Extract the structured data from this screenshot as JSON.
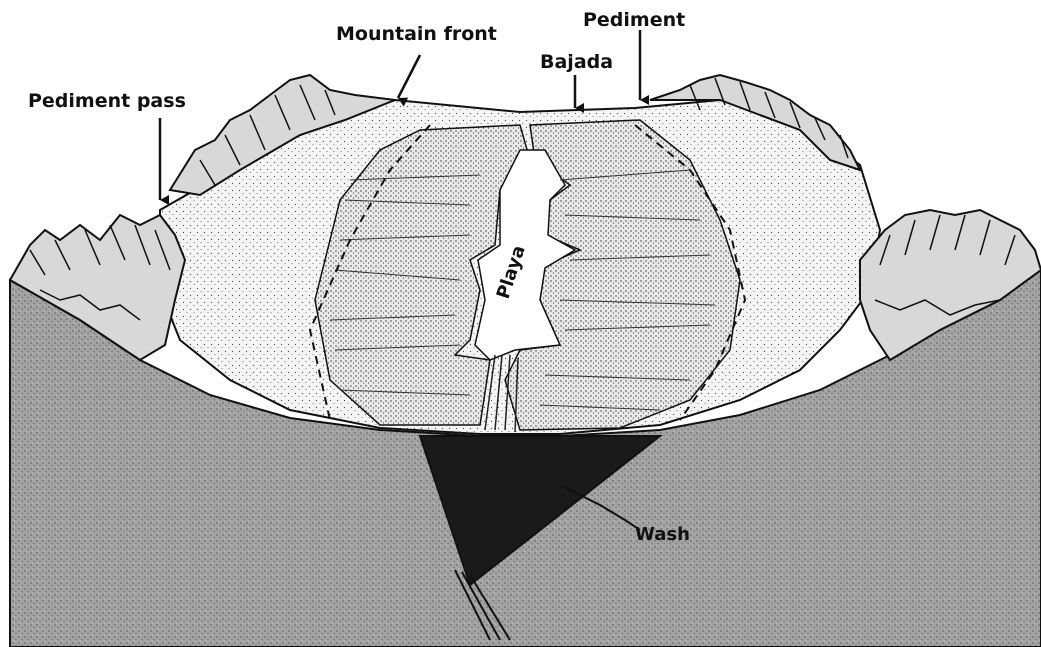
{
  "labels": {
    "mountain_front": "Mountain front",
    "pediment": "Pediment",
    "bajada": "Bajada",
    "pediment_pass": "Pediment pass",
    "playa": "Playa",
    "wash": "Wash"
  },
  "colors": {
    "background": "#ffffff",
    "ink": "#111111",
    "ground_cross_section": "#9a9a9a",
    "basin_fill": "#1a1a1a",
    "surface": "#f2f2f2"
  }
}
